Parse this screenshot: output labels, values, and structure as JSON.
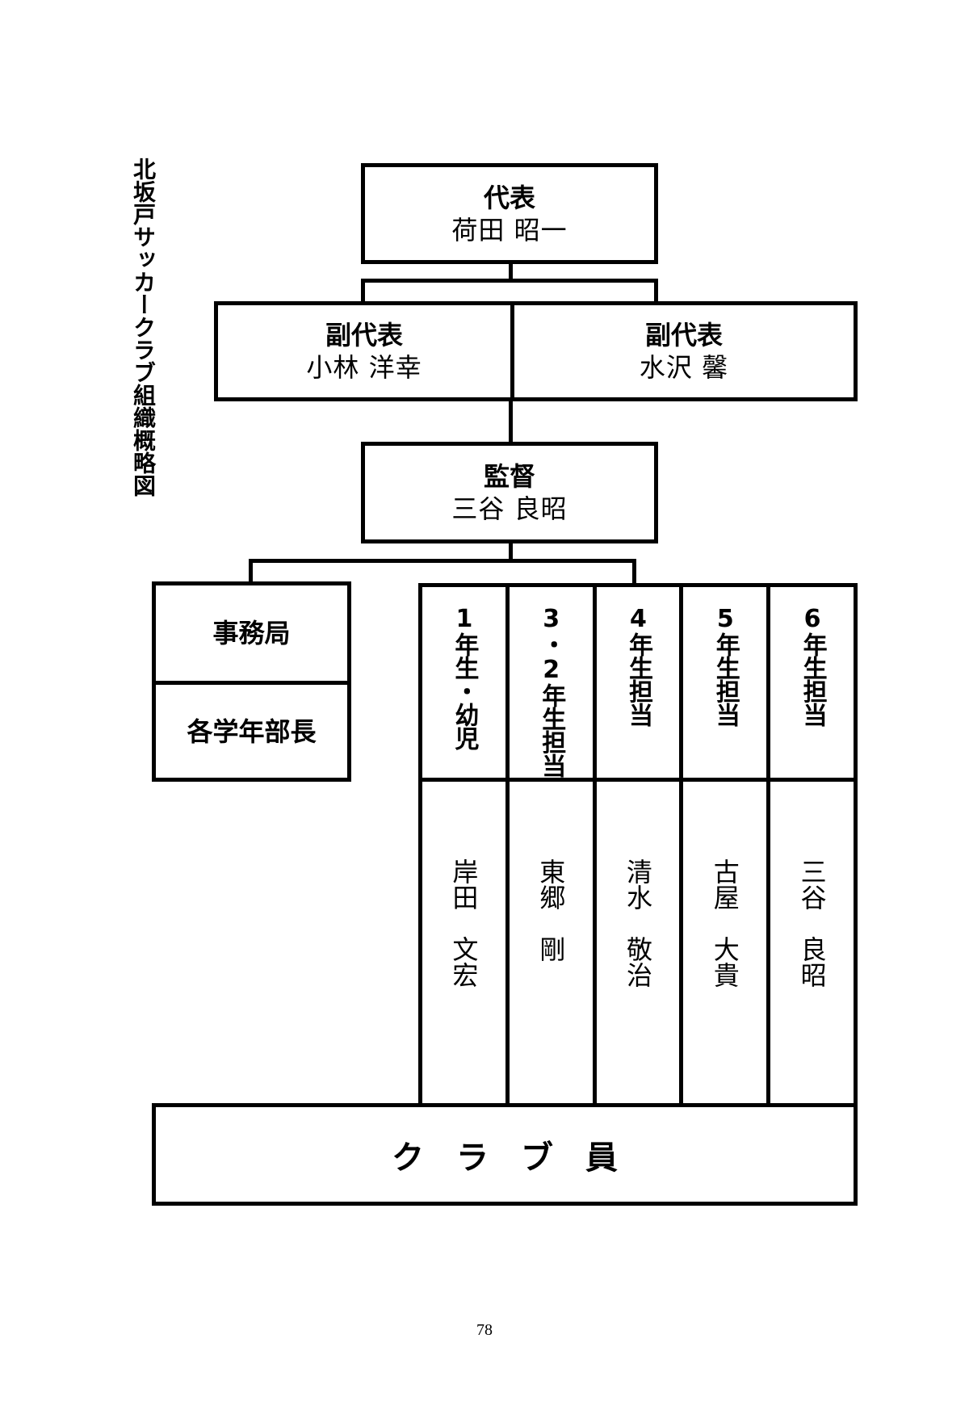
{
  "title": "北坂戸サッカークラブ組織概略図",
  "representative": {
    "role": "代表",
    "name": "荷田 昭一"
  },
  "deputies": [
    {
      "role": "副代表",
      "name": "小林 洋幸"
    },
    {
      "role": "副代表",
      "name": "水沢 馨"
    }
  ],
  "director": {
    "role": "監督",
    "name": "三谷 良昭"
  },
  "office": {
    "label": "事務局",
    "sub_label": "各学年部長"
  },
  "grades": [
    {
      "label": "1年生・幼児",
      "person": "岸田　文宏"
    },
    {
      "label": "3・2年生担当",
      "person": "東郷　剛"
    },
    {
      "label": "4年生担当",
      "person": "清水　敬治"
    },
    {
      "label": "5年生担当",
      "person": "古屋　大貴"
    },
    {
      "label": "6年生担当",
      "person": "三谷　良昭"
    }
  ],
  "members": {
    "label": "クラブ員"
  },
  "page_number": "78"
}
